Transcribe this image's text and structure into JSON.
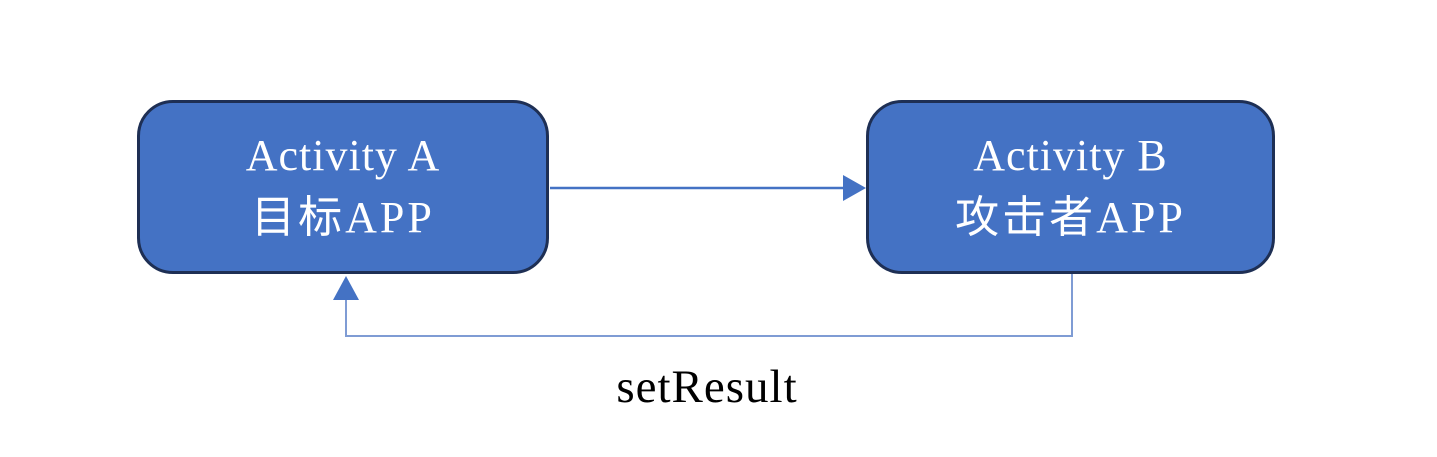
{
  "diagram": {
    "nodes": [
      {
        "id": "activity-a",
        "title": "Activity A",
        "subtitle": "目标APP"
      },
      {
        "id": "activity-b",
        "title": "Activity B",
        "subtitle": "攻击者APP"
      }
    ],
    "edges": [
      {
        "from": "activity-a",
        "to": "activity-b",
        "label": ""
      },
      {
        "from": "activity-b",
        "to": "activity-a",
        "label": "setResult"
      }
    ],
    "colors": {
      "node_fill": "#4472c4",
      "node_border": "#1e2f54",
      "node_text": "#ffffff",
      "forward_arrow": "#4472c4",
      "return_line": "#7f9cd4",
      "return_arrowhead": "#4472c4",
      "label_text": "#000000"
    }
  }
}
